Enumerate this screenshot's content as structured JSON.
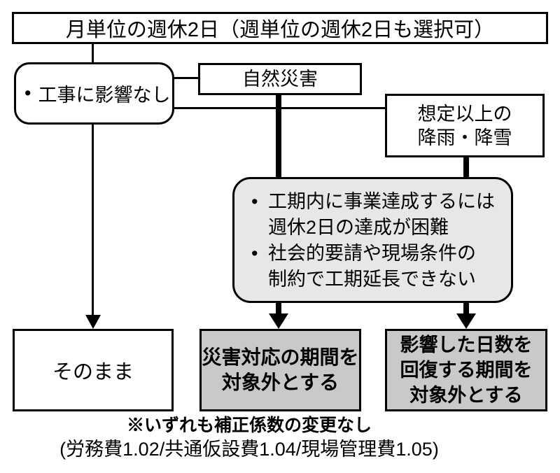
{
  "header": {
    "title": "月単位の週休2日（週単位の週休2日も選択可）"
  },
  "branch_no_impact": {
    "bullet": "•",
    "label": "工事に影響なし"
  },
  "branch_disaster": {
    "label": "自然災害"
  },
  "branch_rain": {
    "line1": "想定以上の",
    "line2": "降雨・降雪"
  },
  "condition_box": {
    "bullet": "•",
    "item1_line1": "工期内に事業達成するには",
    "item1_line2": "週休2日の達成が困難",
    "item2_line1": "社会的要請や現場条件の",
    "item2_line2": "制約で工期延長できない"
  },
  "outcome_asis": {
    "label": "そのまま"
  },
  "outcome_disaster_period": {
    "line1": "災害対応の期間を",
    "line2": "対象外とする"
  },
  "outcome_recover_days": {
    "line1": "影響した日数を",
    "line2": "回復する期間を",
    "line3": "対象外とする"
  },
  "footnote": {
    "line1": "※いずれも補正係数の変更なし",
    "line2": "(労務費1.02/共通仮設費1.04/現場管理費1.05)"
  },
  "colors": {
    "line": "#000000",
    "condition_fill": "#e7e7e7",
    "outcome_fill": "#c9c9c9",
    "background": "#ffffff"
  }
}
